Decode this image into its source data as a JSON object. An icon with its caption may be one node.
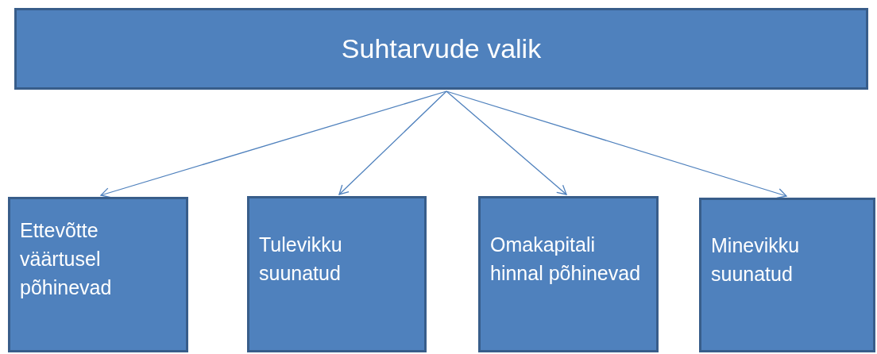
{
  "diagram": {
    "nodes": [
      {
        "text": [
          "Suhtarvude valik"
        ]
      },
      {
        "text": [
          "Ettevõtte väärtusel põhinevad"
        ]
      },
      {
        "text": [
          "Tulevikku suunatud"
        ]
      },
      {
        "text": [
          "Omakapitali hinnal põhinevad"
        ]
      },
      {
        "text": [
          "Minevikku suunatud"
        ]
      }
    ],
    "edges": [
      {
        "from": 0,
        "to": 1,
        "arrow": "to"
      },
      {
        "from": 0,
        "to": 2,
        "arrow": "to"
      },
      {
        "from": 0,
        "to": 3,
        "arrow": "to"
      },
      {
        "from": 0,
        "to": 4,
        "arrow": "to"
      }
    ]
  }
}
